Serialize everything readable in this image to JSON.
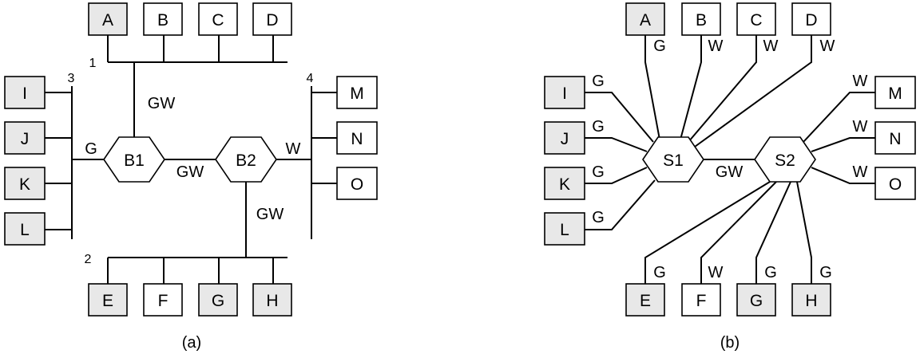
{
  "colors": {
    "shaded": "#e8e8e8",
    "plain": "#ffffff",
    "ink": "#000000"
  },
  "a": {
    "caption": "(a)",
    "lan_numbers": [
      "1",
      "2",
      "3",
      "4"
    ],
    "hosts": {
      "A": {
        "label": "A",
        "shaded": true
      },
      "B": {
        "label": "B",
        "shaded": false
      },
      "C": {
        "label": "C",
        "shaded": false
      },
      "D": {
        "label": "D",
        "shaded": false
      },
      "E": {
        "label": "E",
        "shaded": true
      },
      "F": {
        "label": "F",
        "shaded": false
      },
      "G": {
        "label": "G",
        "shaded": true
      },
      "H": {
        "label": "H",
        "shaded": true
      },
      "I": {
        "label": "I",
        "shaded": true
      },
      "J": {
        "label": "J",
        "shaded": true
      },
      "K": {
        "label": "K",
        "shaded": true
      },
      "L": {
        "label": "L",
        "shaded": true
      },
      "M": {
        "label": "M",
        "shaded": false
      },
      "N": {
        "label": "N",
        "shaded": false
      },
      "O": {
        "label": "O",
        "shaded": false
      }
    },
    "bridges": [
      "B1",
      "B2"
    ],
    "link_labels": {
      "b1_up": "GW",
      "b1_left": "G",
      "b1_b2": "GW",
      "b2_right": "W",
      "b2_down": "GW"
    }
  },
  "b": {
    "caption": "(b)",
    "switches": [
      "S1",
      "S2"
    ],
    "hosts": {
      "A": {
        "label": "A",
        "shaded": true,
        "vlan": "G"
      },
      "B": {
        "label": "B",
        "shaded": false,
        "vlan": "W"
      },
      "C": {
        "label": "C",
        "shaded": false,
        "vlan": "W"
      },
      "D": {
        "label": "D",
        "shaded": false,
        "vlan": "W"
      },
      "I": {
        "label": "I",
        "shaded": true,
        "vlan": "G"
      },
      "J": {
        "label": "J",
        "shaded": true,
        "vlan": "G"
      },
      "K": {
        "label": "K",
        "shaded": true,
        "vlan": "G"
      },
      "L": {
        "label": "L",
        "shaded": true,
        "vlan": "G"
      },
      "M": {
        "label": "M",
        "shaded": false,
        "vlan": "W"
      },
      "N": {
        "label": "N",
        "shaded": false,
        "vlan": "W"
      },
      "O": {
        "label": "O",
        "shaded": false,
        "vlan": "W"
      },
      "E": {
        "label": "E",
        "shaded": true,
        "vlan": "G"
      },
      "F": {
        "label": "F",
        "shaded": false,
        "vlan": "W"
      },
      "G": {
        "label": "G",
        "shaded": true,
        "vlan": "G"
      },
      "H": {
        "label": "H",
        "shaded": true,
        "vlan": "G"
      }
    },
    "trunk_label": "GW"
  }
}
